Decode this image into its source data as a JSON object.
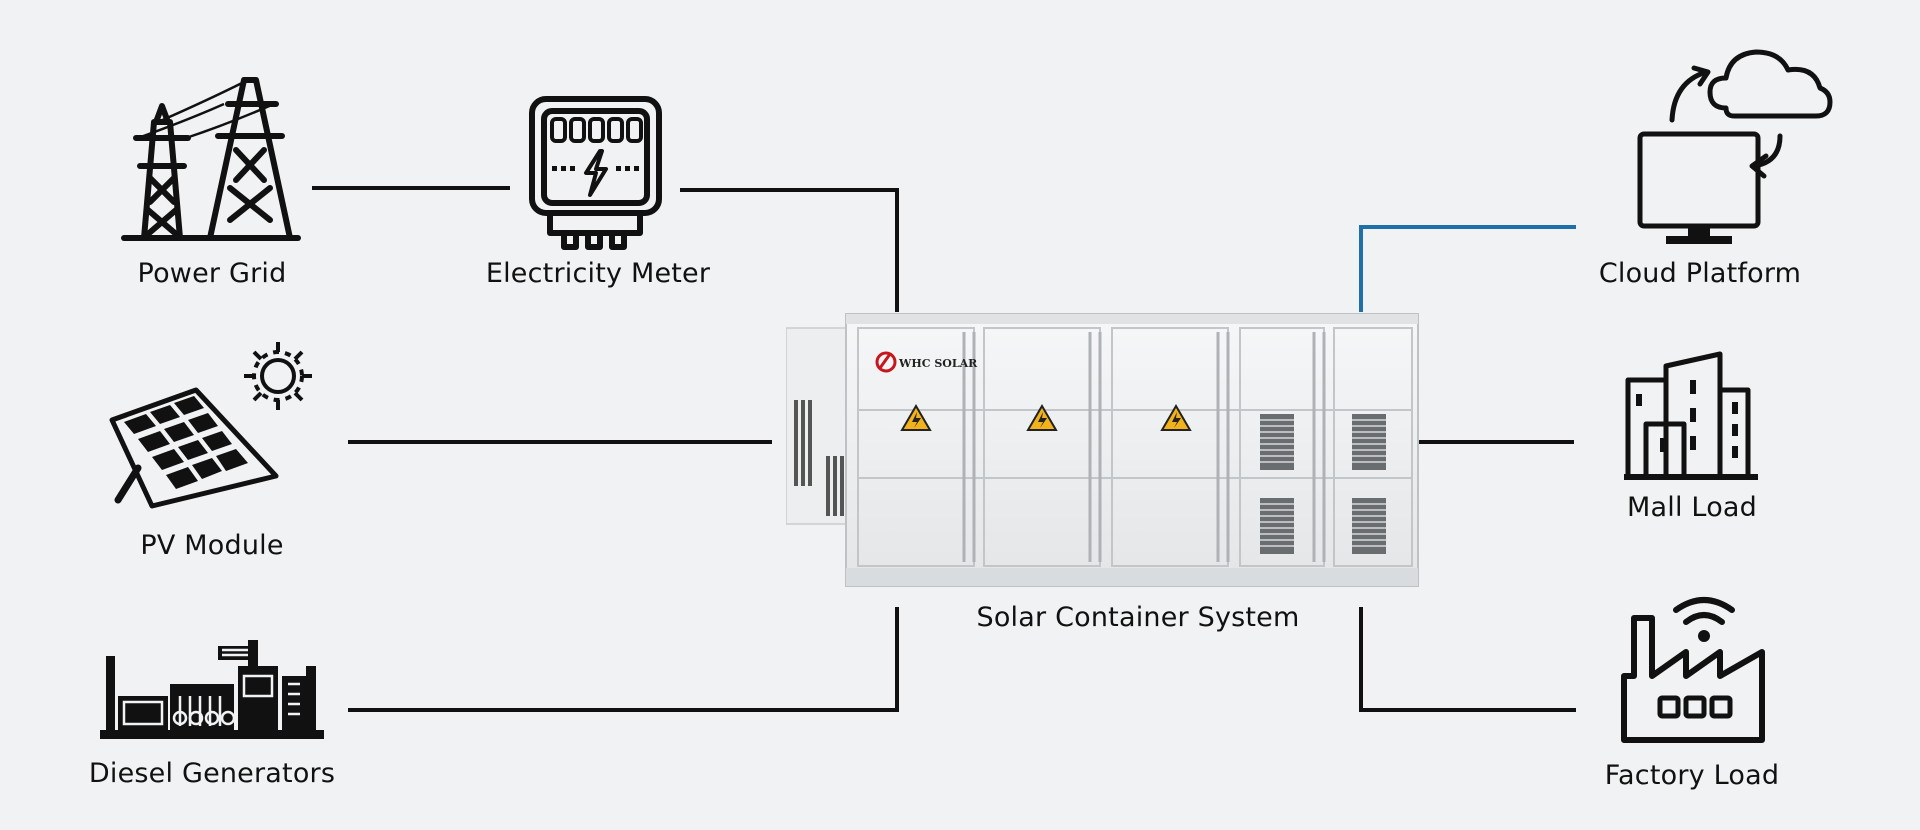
{
  "nodes": {
    "power_grid": {
      "label": "Power Grid",
      "icon": "transmission-tower-icon"
    },
    "electricity_meter": {
      "label": "Electricity Meter",
      "icon": "electricity-meter-icon"
    },
    "pv_module": {
      "label": "PV Module",
      "icon": "solar-panel-icon"
    },
    "diesel_generators": {
      "label": "Diesel Generators",
      "icon": "diesel-generator-icon"
    },
    "solar_container": {
      "label": "Solar Container System",
      "icon": "container-icon",
      "brand": "WHC SOLAR"
    },
    "cloud_platform": {
      "label": "Cloud Platform",
      "icon": "cloud-monitor-icon"
    },
    "mall_load": {
      "label": "Mall Load",
      "icon": "buildings-icon"
    },
    "factory_load": {
      "label": "Factory Load",
      "icon": "factory-icon"
    }
  },
  "colors": {
    "background": "#f0f2f4",
    "line": "#111111",
    "communication_line": "#1f6fa8",
    "warning": "#f2b21c",
    "brand": "#c8161d"
  }
}
